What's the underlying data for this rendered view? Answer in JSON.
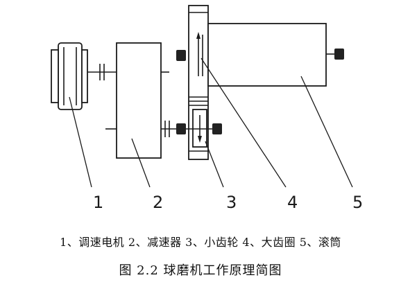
{
  "labels": {
    "motor": "1",
    "reducer": "2",
    "pinion": "3",
    "ring_gear": "4",
    "drum": "5"
  },
  "legend_text": "1、调速电机 2、减速器 3、小齿轮 4、大齿圈 5、滚筒",
  "caption_text": "图 2.2  球磨机工作原理简图"
}
